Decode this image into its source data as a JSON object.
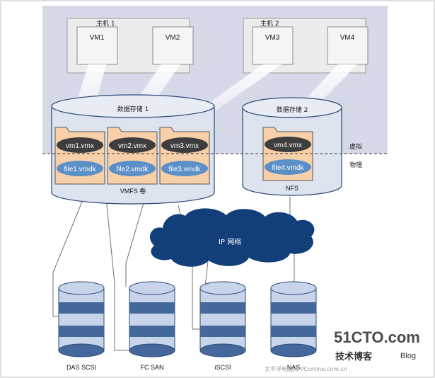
{
  "hosts": [
    {
      "label": "主机 1",
      "vms": [
        "VM1",
        "VM2"
      ]
    },
    {
      "label": "主机 2",
      "vms": [
        "VM3",
        "VM4"
      ]
    }
  ],
  "datastores": [
    {
      "label": "数据存储 1",
      "type_label": "VMFS 卷",
      "files": [
        {
          "vmx": "vm1.vmx",
          "vmdk": "file1.vmdk"
        },
        {
          "vmx": "vm2.vmx",
          "vmdk": "file2.vmdk"
        },
        {
          "vmx": "vm3.vmx",
          "vmdk": "file3.vmdk"
        }
      ]
    },
    {
      "label": "数据存储 2",
      "type_label": "NFS",
      "files": [
        {
          "vmx": "vm4.vmx",
          "vmdk": "file4.vmdk"
        }
      ]
    }
  ],
  "layers": {
    "virtual": "虚拟",
    "physical": "物理"
  },
  "network": {
    "label": "IP 网络"
  },
  "storage_devices": [
    "DAS SCSI",
    "FC SAN",
    "iSCSI",
    "NAS"
  ],
  "watermark": {
    "site": "51CTO.com",
    "tagline": "技术博客",
    "blog": "Blog",
    "footer": "太平洋电脑网 PConline.com.cn"
  },
  "colors": {
    "virtual_bg": "#d6d9e8",
    "host_box": "#ececec",
    "folder": "#f7cfa8",
    "vmx_pill": "#3d3d3d",
    "vmdk_pill": "#5b8fc8",
    "cloud": "#123f7a",
    "disk_dark": "#44689c",
    "disk_light": "#c7d4e9"
  }
}
